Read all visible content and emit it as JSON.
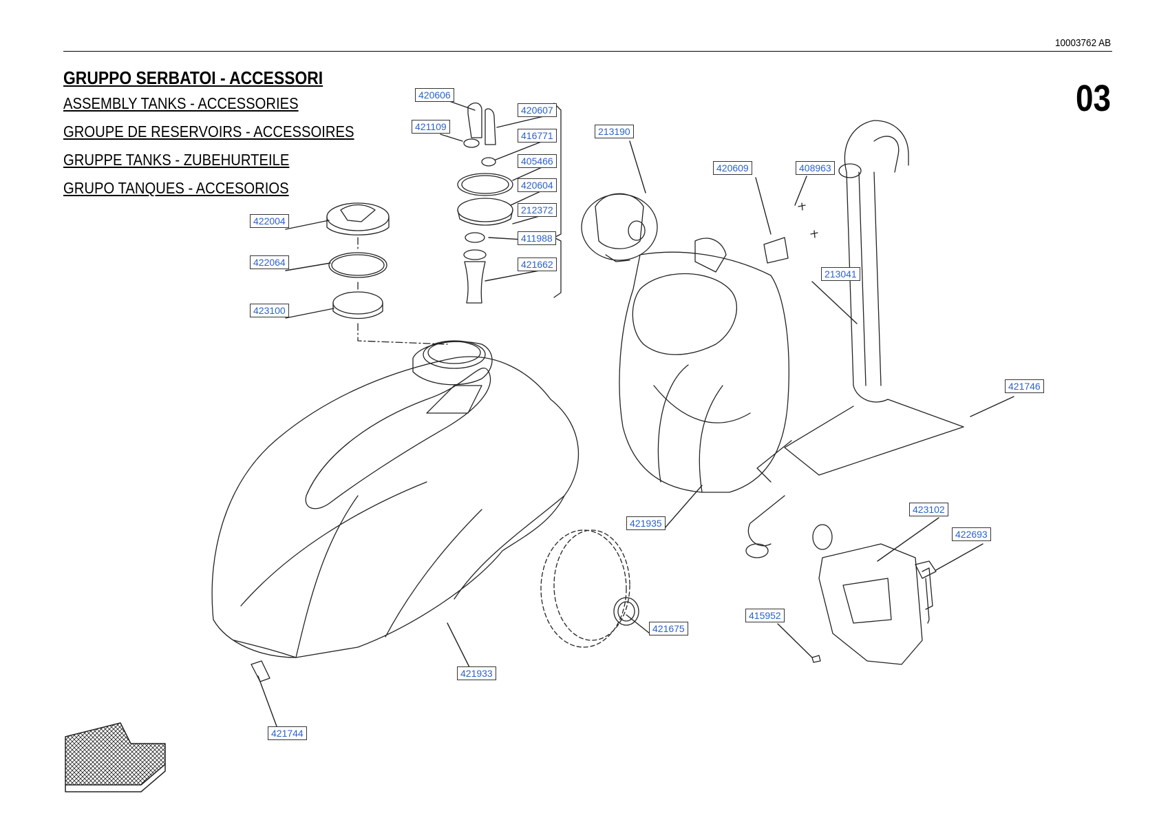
{
  "doc_code": "10003762 AB",
  "page_number": "03",
  "titles": [
    "GRUPPO SERBATOI - ACCESSORI",
    "ASSEMBLY TANKS - ACCESSORIES",
    "GROUPE DE RESERVOIRS - ACCESSOIRES",
    "GRUPPE TANKS - ZUBEHURTEILE",
    "GRUPO TANQUES - ACCESORIOS"
  ],
  "part_labels": [
    "420606",
    "420607",
    "421109",
    "416771",
    "405466",
    "420604",
    "212372",
    "411988",
    "421662",
    "213190",
    "420609",
    "408963",
    "213041",
    "422004",
    "422064",
    "423100",
    "421746",
    "421935",
    "423102",
    "422693",
    "415952",
    "421675",
    "421933",
    "421744"
  ]
}
